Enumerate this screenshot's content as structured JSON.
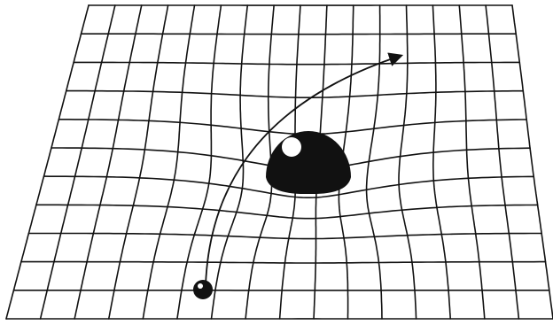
{
  "diagram": {
    "grid": {
      "columns": 16,
      "rows": 11
    },
    "colors": {
      "background": "#ffffff",
      "line": "#111111",
      "mass": "#111111",
      "highlight": "#ffffff"
    },
    "objects": [
      {
        "name": "massive-body",
        "shape": "sphere",
        "relative_size": "large"
      },
      {
        "name": "test-particle",
        "shape": "sphere",
        "relative_size": "small"
      }
    ],
    "path": {
      "name": "deflected-trajectory",
      "arrowhead": true
    }
  }
}
